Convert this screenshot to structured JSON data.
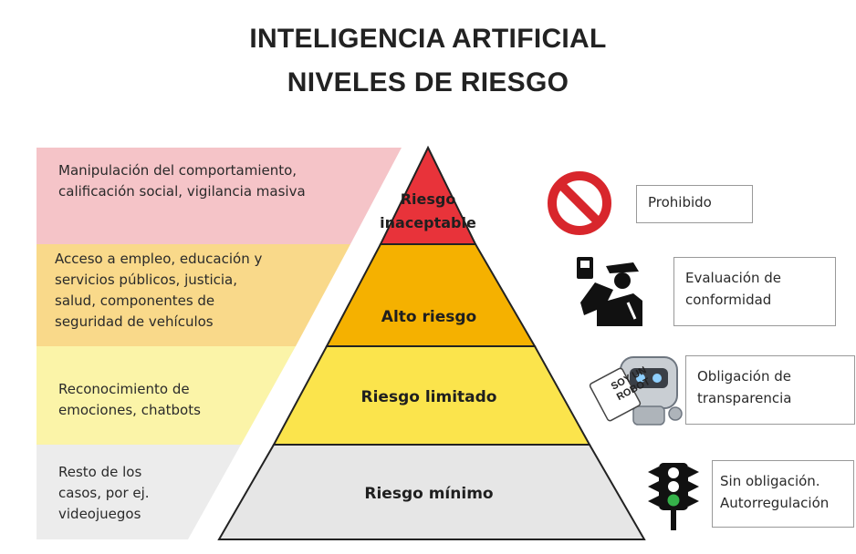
{
  "title": {
    "line1": "INTELIGENCIA ARTIFICIAL",
    "line2": "NIVELES DE RIESGO"
  },
  "levels": [
    {
      "label": "Riesgo\ninaceptable",
      "color": "#e8333a",
      "description": "Manipulación del comportamiento,\ncalificación social, vigilancia masiva",
      "description_color": "#f5c4c8",
      "obligation": "Prohibido",
      "icon": "prohibited-icon"
    },
    {
      "label": "Alto riesgo",
      "color": "#f5b100",
      "description": "Acceso a empleo, educación y\nservicios públicos, justicia,\nsalud, componentes de\nseguridad de vehículos",
      "description_color": "#f9d98a",
      "obligation": "Evaluación de\nconformidad",
      "icon": "inspector-icon"
    },
    {
      "label": "Riesgo limitado",
      "color": "#fbe44c",
      "description": "Reconocimiento de\nemociones, chatbots",
      "description_color": "#fbf4a8",
      "obligation": "Obligación de\ntransparencia",
      "icon": "robot-icon",
      "icon_text": "SOY UN\nROBOT"
    },
    {
      "label": "Riesgo mínimo",
      "color": "#e6e6e6",
      "description": "Resto de los\ncasos, por ej.\nvideojuegos",
      "description_color": "#ececec",
      "obligation": "Sin obligación.\nAutorregulación",
      "icon": "traffic-light-icon"
    }
  ]
}
